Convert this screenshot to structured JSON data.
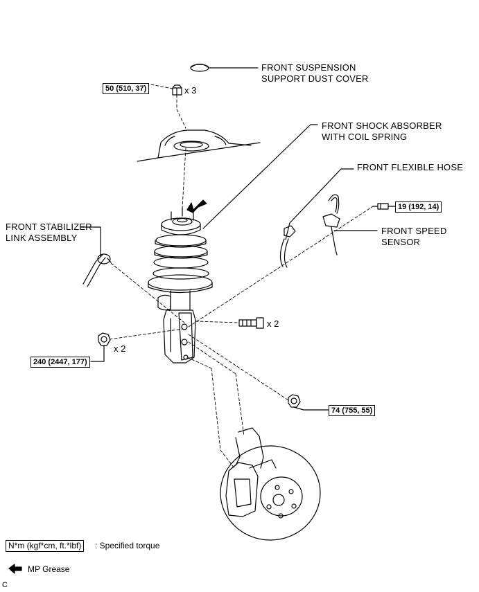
{
  "labels": {
    "dust_cover_1": "FRONT SUSPENSION",
    "dust_cover_2": "SUPPORT DUST COVER",
    "shock_1": "FRONT SHOCK ABSORBER",
    "shock_2": "WITH COIL SPRING",
    "flex_hose": "FRONT FLEXIBLE HOSE",
    "speed_1": "FRONT SPEED",
    "speed_2": "SENSOR",
    "stab_1": "FRONT STABILIZER",
    "stab_2": "LINK ASSEMBLY"
  },
  "torques": {
    "upper_nut": "50 (510, 37)",
    "sensor_bolt": "19 (192, 14)",
    "knuckle_nut": "240 (2447, 177)",
    "stab_nut": "74 (755, 55)"
  },
  "quantities": {
    "upper_nut": "x 3",
    "knuckle_bolt": "x 2",
    "knuckle_nut": "x 2"
  },
  "legend": {
    "torque_box": "N*m (kgf*cm, ft.*lbf)",
    "torque_text": ": Specified torque",
    "grease_text": "MP Grease"
  },
  "footer": {
    "code": "C"
  }
}
